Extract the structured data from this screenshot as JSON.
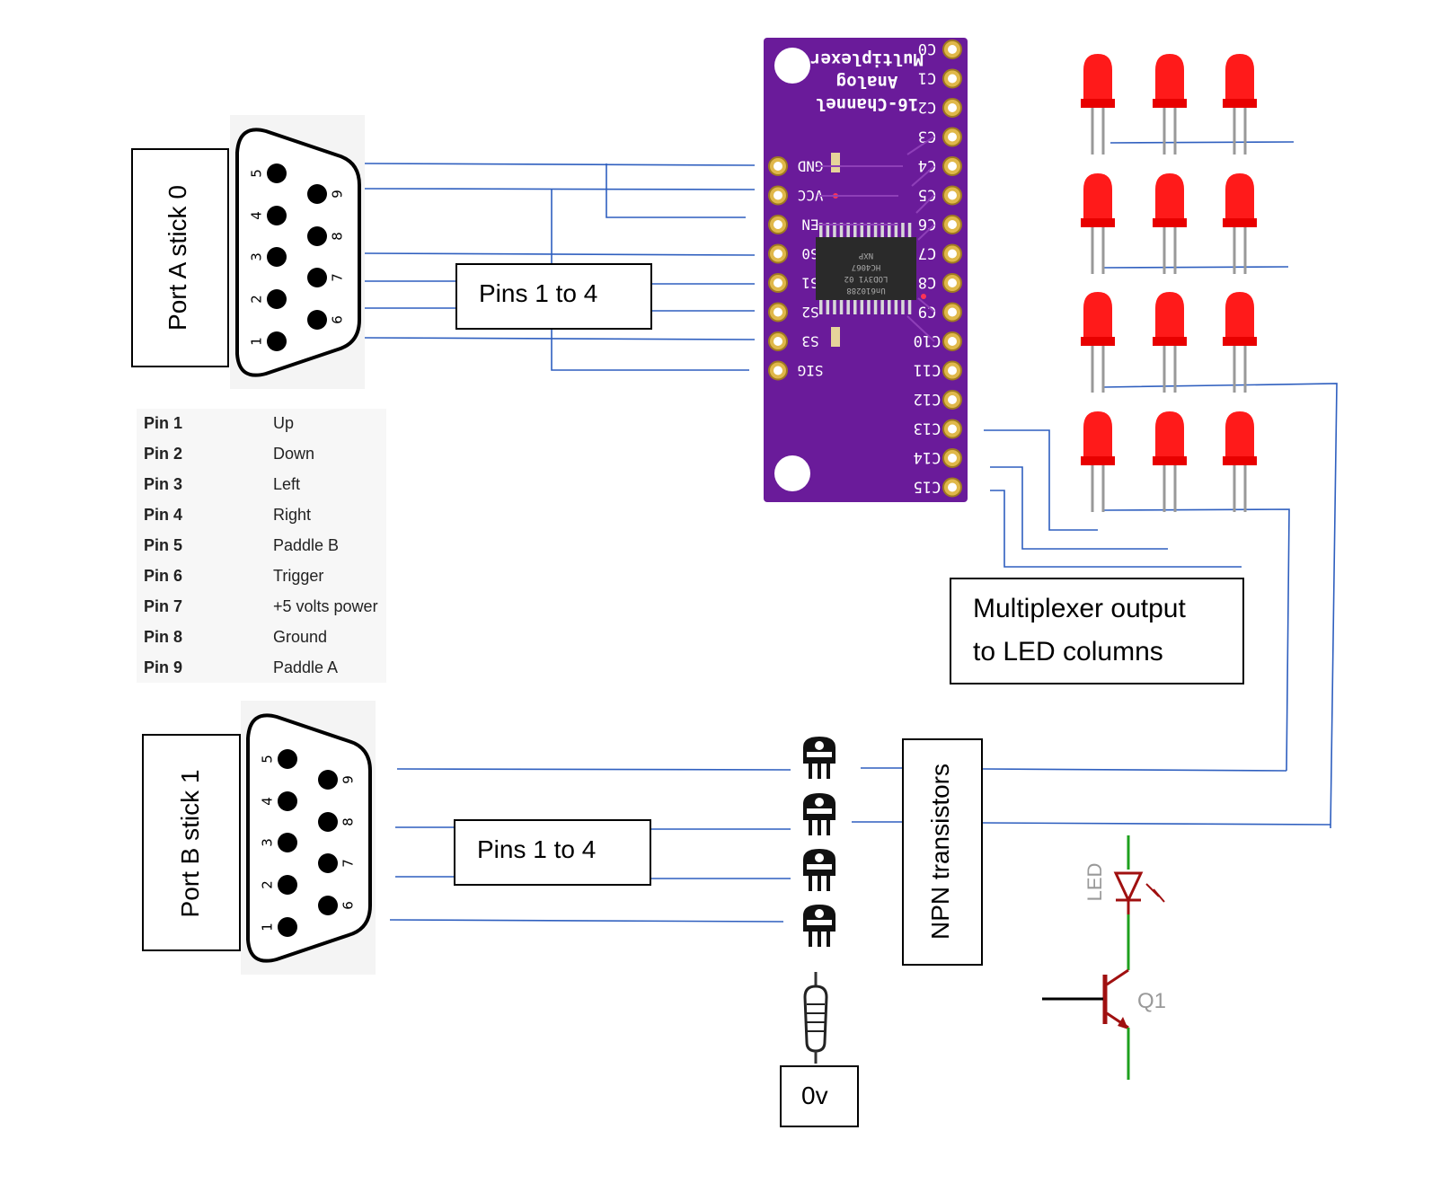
{
  "port_a": {
    "label": "Port A stick 0",
    "pins": [
      "5",
      "4",
      "3",
      "2",
      "1",
      "9",
      "8",
      "7",
      "6"
    ]
  },
  "port_b": {
    "label": "Port B stick 1",
    "pins": [
      "5",
      "4",
      "3",
      "2",
      "1",
      "9",
      "8",
      "7",
      "6"
    ]
  },
  "pins_box_a": "Pins 1 to 4",
  "pins_box_b": "Pins 1 to 4",
  "pin_table": [
    {
      "pin": "Pin 1",
      "func": "Up"
    },
    {
      "pin": "Pin 2",
      "func": "Down"
    },
    {
      "pin": "Pin 3",
      "func": "Left"
    },
    {
      "pin": "Pin 4",
      "func": "Right"
    },
    {
      "pin": "Pin 5",
      "func": "Paddle B"
    },
    {
      "pin": "Pin 6",
      "func": "Trigger"
    },
    {
      "pin": "Pin 7",
      "func": "+5 volts power"
    },
    {
      "pin": "Pin 8",
      "func": "Ground"
    },
    {
      "pin": "Pin 9",
      "func": "Paddle A"
    }
  ],
  "mux": {
    "title_lines": [
      "Multiplexer",
      "Analog",
      "16-Channel"
    ],
    "left_pins": [
      "GND",
      "VCC",
      "EN",
      "S0",
      "S1",
      "S2",
      "S3",
      "SIG"
    ],
    "right_pins": [
      "C0",
      "C1",
      "C2",
      "C3",
      "C4",
      "C5",
      "C6",
      "C7",
      "C8",
      "C9",
      "C10",
      "C11",
      "C12",
      "C13",
      "C14",
      "C15"
    ],
    "chip_text": [
      "NXP",
      "HC4067",
      "LOD3Y1 02",
      "Un610288"
    ],
    "board_color": "#6a1b9a"
  },
  "mux_output_label": [
    "Multiplexer output",
    "to LED columns"
  ],
  "npn_label": "NPN transistors",
  "ground_label": "0v",
  "schematic": {
    "led_label": "LED",
    "transistor_label": "Q1"
  },
  "colors": {
    "wire": "#2f5fbf",
    "led": "#ff1a1a",
    "schematic": "#a01010"
  }
}
